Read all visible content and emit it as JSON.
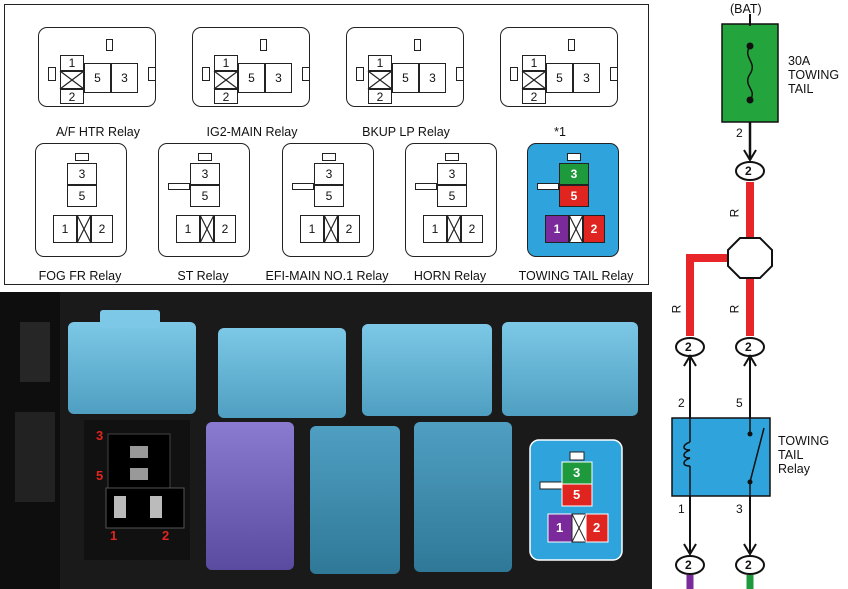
{
  "connectors": [
    {
      "caption": "A/F HTR Relay",
      "pins": [
        "1",
        "2",
        "5",
        "3"
      ]
    },
    {
      "caption": "IG2-MAIN Relay",
      "pins": [
        "1",
        "2",
        "5",
        "3"
      ]
    },
    {
      "caption": "BKUP LP Relay",
      "pins": [
        "1",
        "2",
        "5",
        "3"
      ]
    },
    {
      "caption": "*1",
      "pins": [
        "1",
        "2",
        "5",
        "3"
      ]
    },
    {
      "caption": "FOG FR Relay",
      "pins": [
        "3",
        "5",
        "1",
        "2"
      ]
    },
    {
      "caption": "ST Relay",
      "pins": [
        "3",
        "5",
        "1",
        "2"
      ]
    },
    {
      "caption": "EFI-MAIN NO.1 Relay",
      "pins": [
        "3",
        "5",
        "1",
        "2"
      ]
    },
    {
      "caption": "HORN Relay",
      "pins": [
        "3",
        "5",
        "1",
        "2"
      ]
    },
    {
      "caption": "TOWING TAIL Relay",
      "pins": [
        "3",
        "5",
        "1",
        "2"
      ]
    }
  ],
  "photo": {
    "socket_pins": {
      "p3": "3",
      "p5": "5",
      "p1": "1",
      "p2": "2"
    },
    "inset_pins": {
      "p3": "3",
      "p5": "5",
      "p1": "1",
      "p2": "2"
    }
  },
  "schematic": {
    "source": "(BAT)",
    "fuse": {
      "line1": "30A",
      "line2": "TOWING",
      "line3": "TAIL"
    },
    "fuse_pin": "2",
    "wire_color_label": "R",
    "relay": {
      "line1": "TOWING",
      "line2": "TAIL",
      "line3": "Relay"
    },
    "relay_pins": {
      "left_top": "2",
      "right_top": "5",
      "left_bottom": "1",
      "right_bottom": "3"
    },
    "terminal_bubbles": [
      "2",
      "2",
      "2",
      "2",
      "2"
    ]
  },
  "colors": {
    "relay_blue": "#2ea3dc",
    "pin_green": "#1e9a3c",
    "pin_red": "#e0241f",
    "pin_purple": "#7a2a9a",
    "wire_red": "#e8262a",
    "fuse_green": "#24a43c"
  }
}
